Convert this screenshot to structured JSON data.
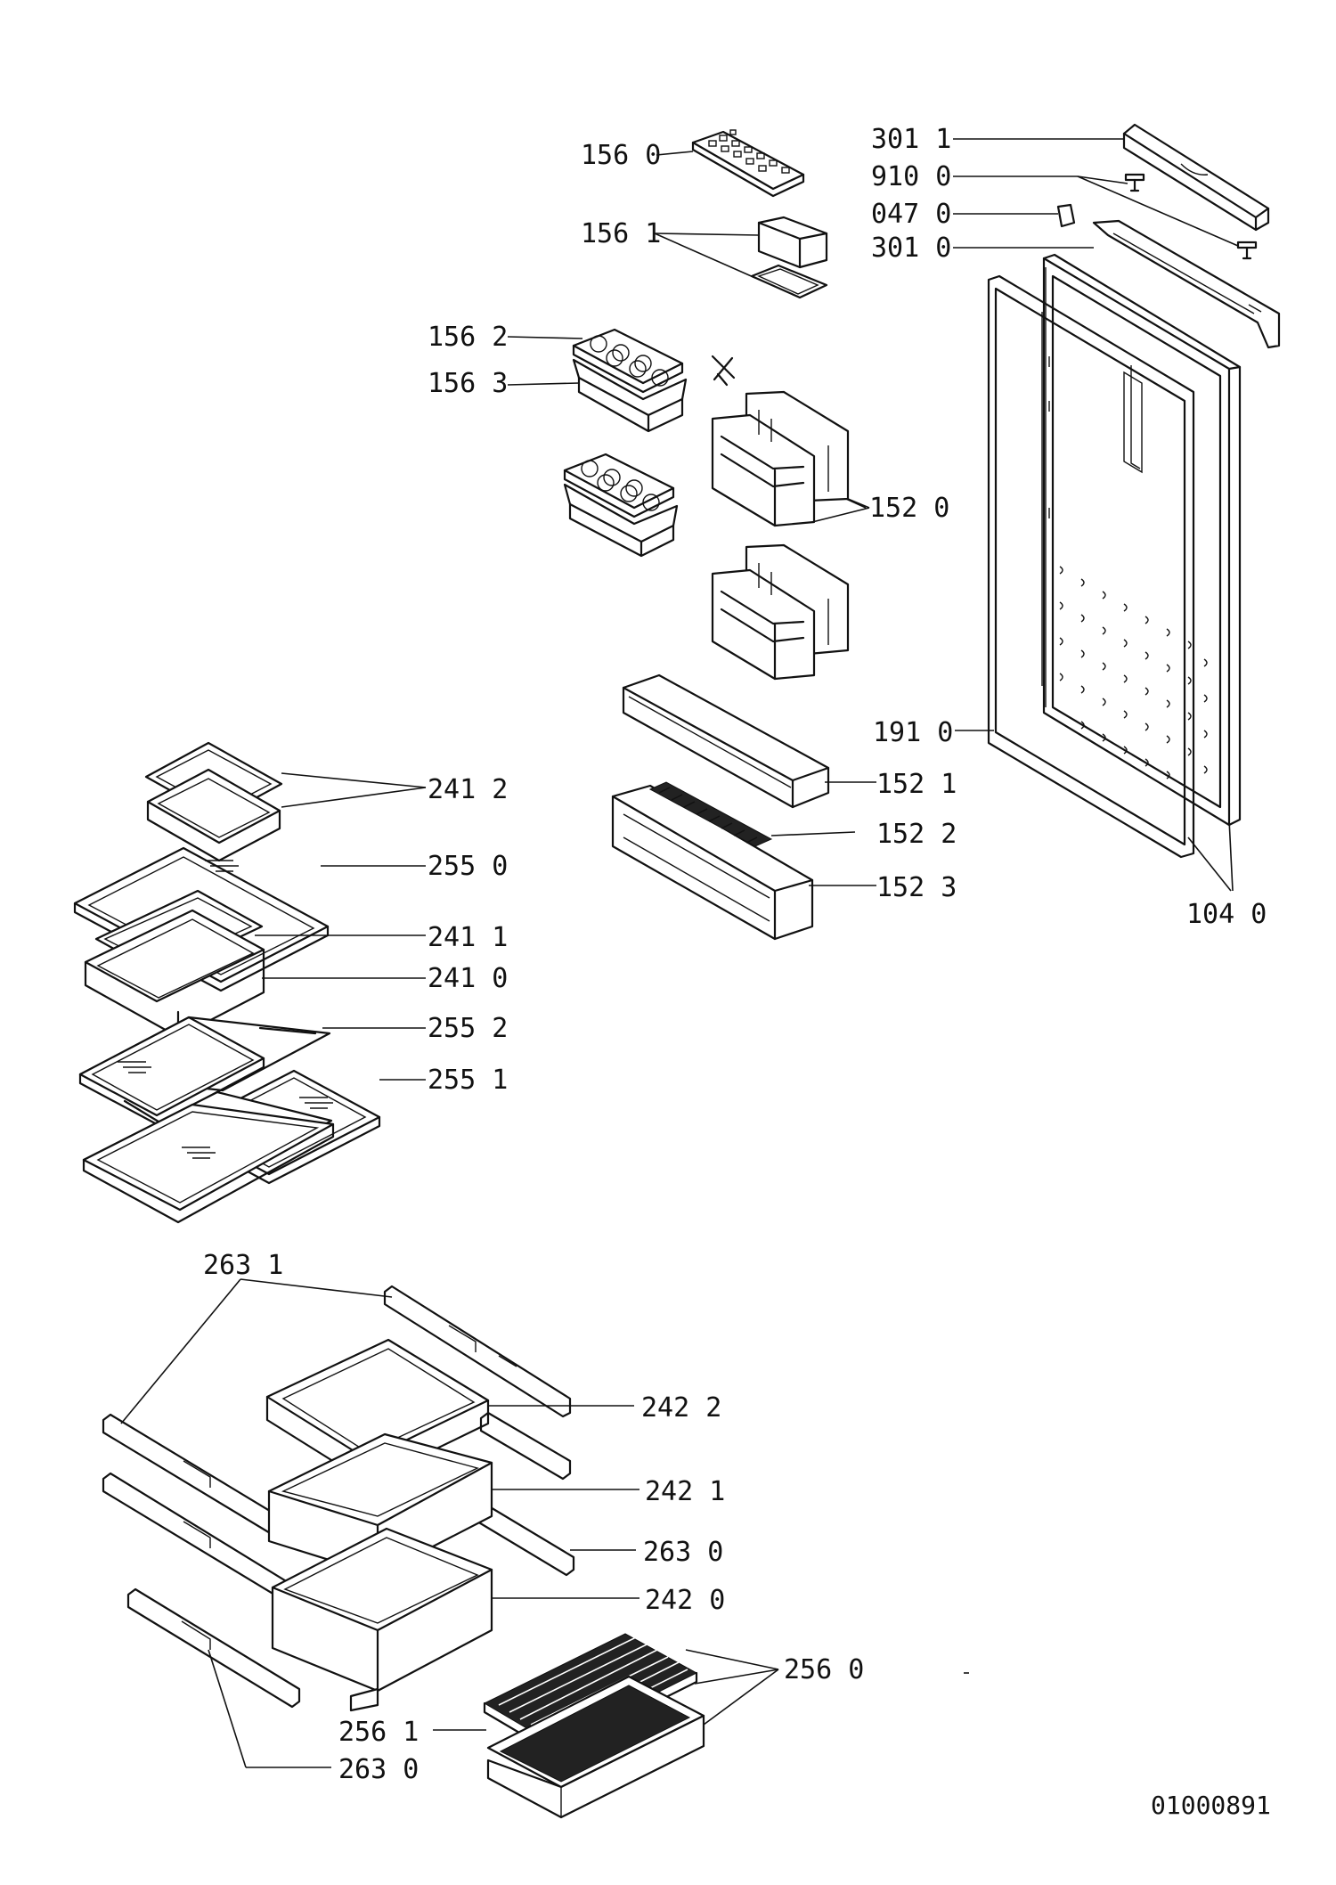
{
  "drawing_number": "01000891",
  "labels": {
    "l1560": "156 0",
    "l1561": "156 1",
    "l1562": "156 2",
    "l1563": "156 3",
    "l3011": "301 1",
    "l9100": "910 0",
    "l0470": "047 0",
    "l3010": "301 0",
    "l1520": "152 0",
    "l1910": "191 0",
    "l1521": "152 1",
    "l1522": "152 2",
    "l1523": "152 3",
    "l1040": "104 0",
    "l2412": "241 2",
    "l2550": "255 0",
    "l2411": "241 1",
    "l2410": "241 0",
    "l2552": "255 2",
    "l2551": "255 1",
    "l2631": "263 1",
    "l2422": "242 2",
    "l2421": "242 1",
    "l2630a": "263 0",
    "l2420": "242 0",
    "l2560": "256 0",
    "l2561": "256 1",
    "l2630b": "263 0"
  }
}
